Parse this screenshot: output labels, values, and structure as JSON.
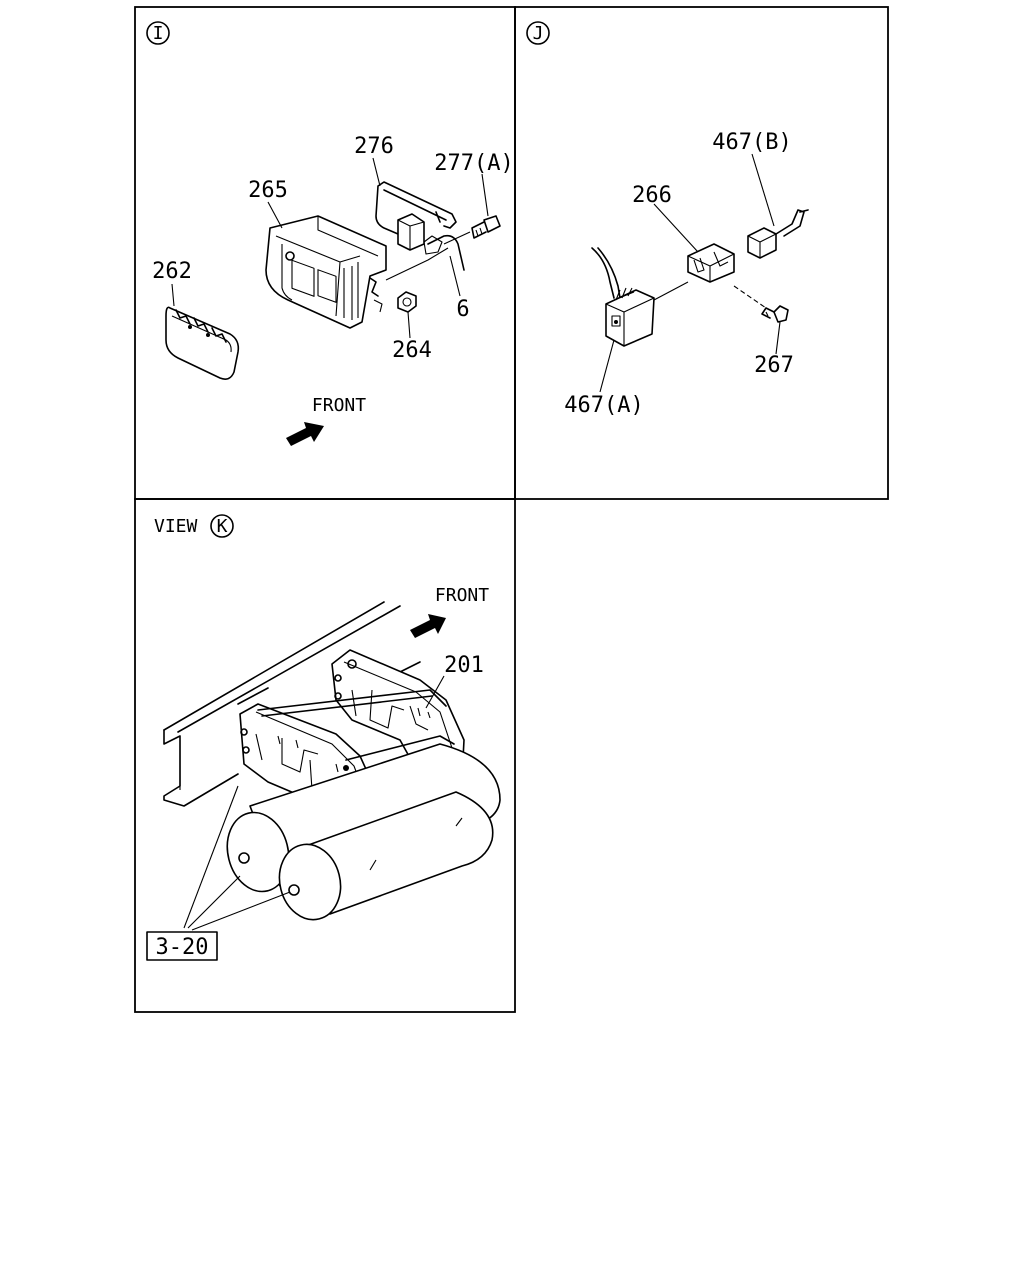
{
  "panels": {
    "I": {
      "marker": "I"
    },
    "J": {
      "marker": "J"
    },
    "K": {
      "view_text": "VIEW",
      "marker": "K"
    }
  },
  "labels": {
    "p276": "276",
    "p277a": "277(A)",
    "p265": "265",
    "p262": "262",
    "p6": "6",
    "p264": "264",
    "front_i": "FRONT",
    "p467b": "467(B)",
    "p266": "266",
    "p267": "267",
    "p467a": "467(A)",
    "front_k": "FRONT",
    "p201": "201",
    "ref_3_20": "3-20"
  }
}
